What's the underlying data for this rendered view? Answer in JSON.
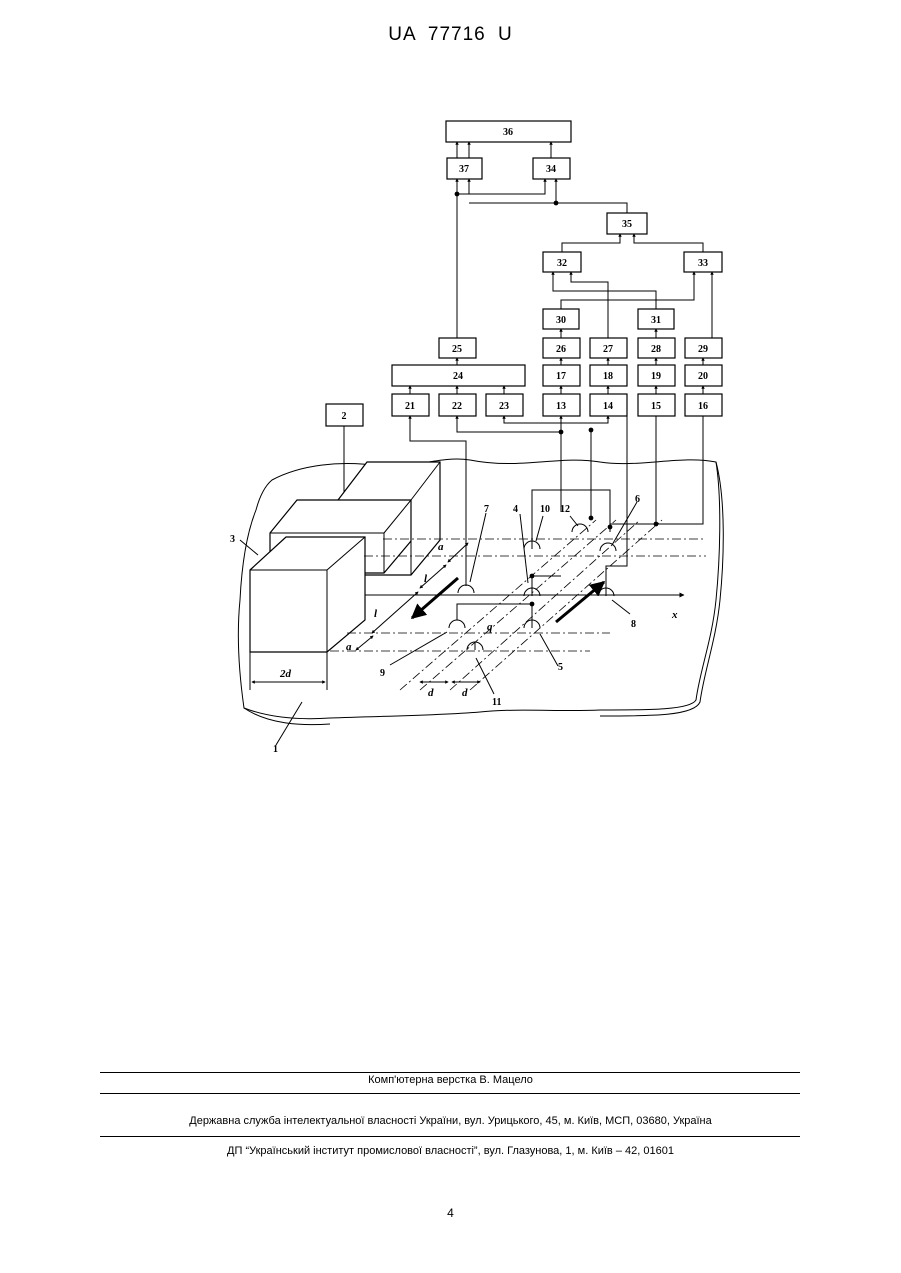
{
  "header": {
    "doc_number": "UA 77716 U"
  },
  "figure": {
    "labels": {
      "b36": "36",
      "b37": "37",
      "b34": "34",
      "b35": "35",
      "b32": "32",
      "b33": "33",
      "b30": "30",
      "b31": "31",
      "b25": "25",
      "b26": "26",
      "b27": "27",
      "b28": "28",
      "b29": "29",
      "b24": "24",
      "b17": "17",
      "b18": "18",
      "b19": "19",
      "b20": "20",
      "b21": "21",
      "b22": "22",
      "b23": "23",
      "b13": "13",
      "b14": "14",
      "b15": "15",
      "b16": "16",
      "b2": "2",
      "n1": "1",
      "n3": "3",
      "n4": "4",
      "n5": "5",
      "n6": "6",
      "n7": "7",
      "n8": "8",
      "n9": "9",
      "n10": "10",
      "n11": "11",
      "n12": "12",
      "dim_a_top": "a",
      "dim_l_top": "l",
      "dim_l_bottom": "l",
      "dim_a_bottom": "a",
      "dim_q": "q",
      "dim_d1": "d",
      "dim_d2": "d",
      "dim_2d": "2d",
      "axis_x": "x"
    }
  },
  "footer": {
    "layout": "Комп'ютерна верстка В. Мацело",
    "service": "Державна служба інтелектуальної власності України, вул. Урицького, 45, м. Київ, МСП, 03680, Україна",
    "institute": "ДП “Український інститут промислової власності”, вул. Глазунова, 1, м. Київ – 42, 01601",
    "page_number": "4"
  }
}
